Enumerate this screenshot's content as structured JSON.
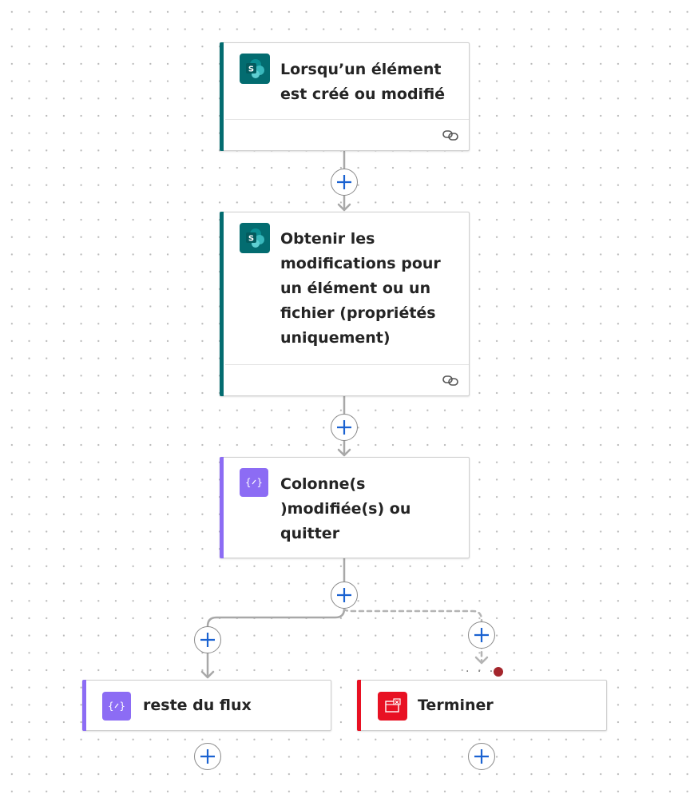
{
  "colors": {
    "sharepoint_accent": "#036c70",
    "variable_accent": "#8c6cf4",
    "terminate_accent": "#e81123",
    "plus_blue": "#1a62d1",
    "connector_gray": "#a8a8a8",
    "error_dot": "#a4262c"
  },
  "flow": {
    "trigger": {
      "title": "Lorsqu’un élément est créé ou modifié",
      "icon": "sharepoint-icon"
    },
    "get_changes": {
      "title": "Obtenir les modifications pour un élément ou un fichier (propriétés uniquement)",
      "icon": "sharepoint-icon"
    },
    "condition": {
      "title": "Colonne(s )modifiée(s) ou quitter",
      "icon": "variable-icon"
    },
    "branch_left": {
      "title": "reste du flux",
      "icon": "variable-icon"
    },
    "branch_right": {
      "title": "Terminer",
      "icon": "terminate-icon"
    },
    "insert_step_icon": "plus-icon",
    "link_icon": "link-icon",
    "more_dots": "· · ·"
  }
}
